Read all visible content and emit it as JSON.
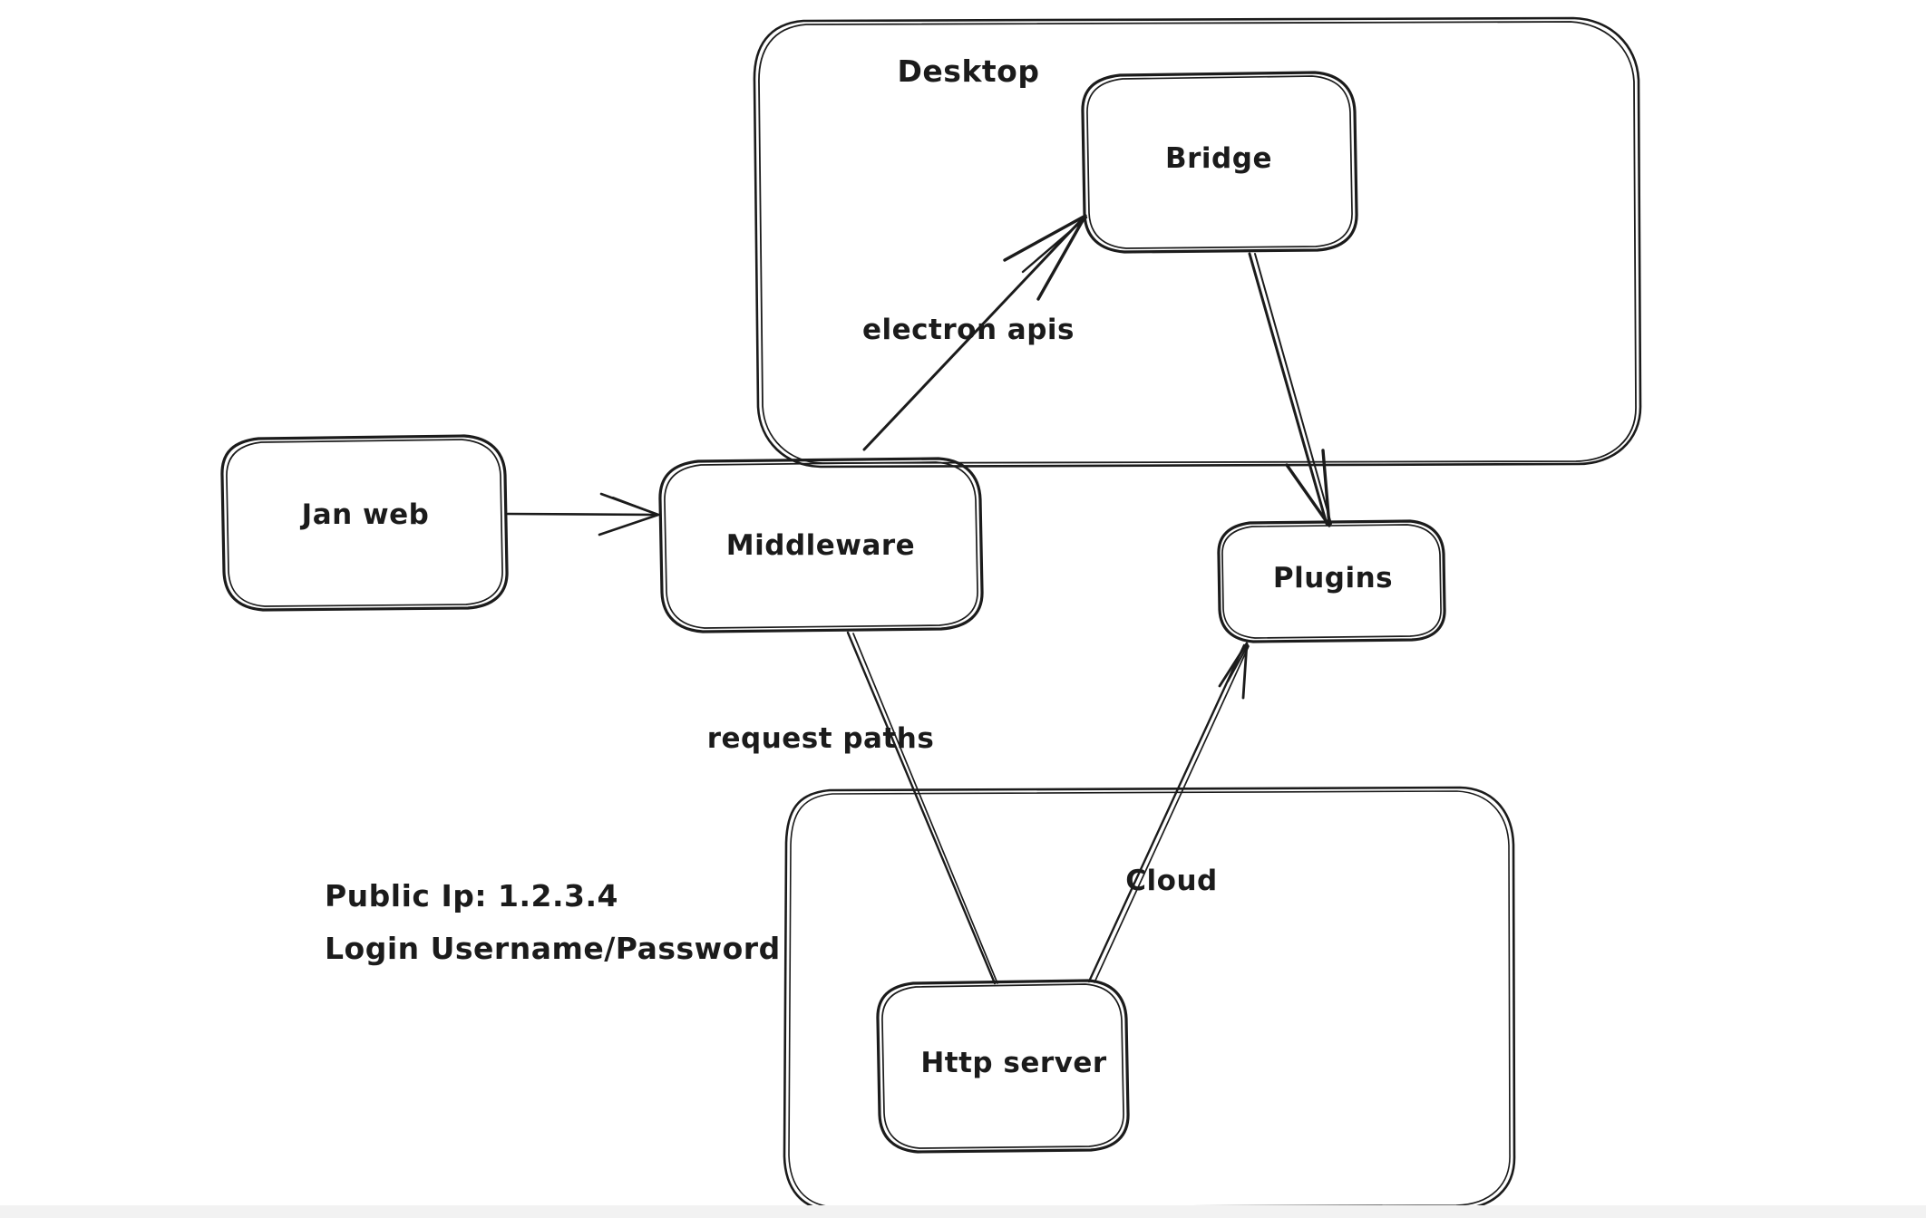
{
  "diagram": {
    "title_visible": false,
    "style": "hand-drawn whiteboard sketch",
    "background_color": "#ffffff",
    "ink_color": "#1b1b1b",
    "groups": [
      {
        "id": "desktop",
        "label": "Desktop"
      },
      {
        "id": "cloud_group",
        "label": ""
      }
    ],
    "nodes": [
      {
        "id": "jan_web",
        "label": "Jan web"
      },
      {
        "id": "middleware",
        "label": "Middleware"
      },
      {
        "id": "bridge",
        "label": "Bridge"
      },
      {
        "id": "plugins",
        "label": "Plugins"
      },
      {
        "id": "http_server",
        "label": "Http server"
      }
    ],
    "edges": [
      {
        "id": "e1",
        "from": "jan_web",
        "to": "middleware",
        "label": "",
        "arrow": true
      },
      {
        "id": "e2",
        "from": "middleware",
        "to": "bridge",
        "label": "electron apis",
        "arrow": true
      },
      {
        "id": "e3",
        "from": "bridge",
        "to": "plugins",
        "label": "",
        "arrow": true
      },
      {
        "id": "e4",
        "from": "middleware",
        "to": "http_server",
        "label": "request paths",
        "arrow": false
      },
      {
        "id": "e5",
        "from": "http_server",
        "to": "plugins",
        "label": "Cloud",
        "arrow": true
      }
    ],
    "notes": {
      "line1": "Public Ip: 1.2.3.4",
      "line2": "Login Username/Password"
    }
  }
}
